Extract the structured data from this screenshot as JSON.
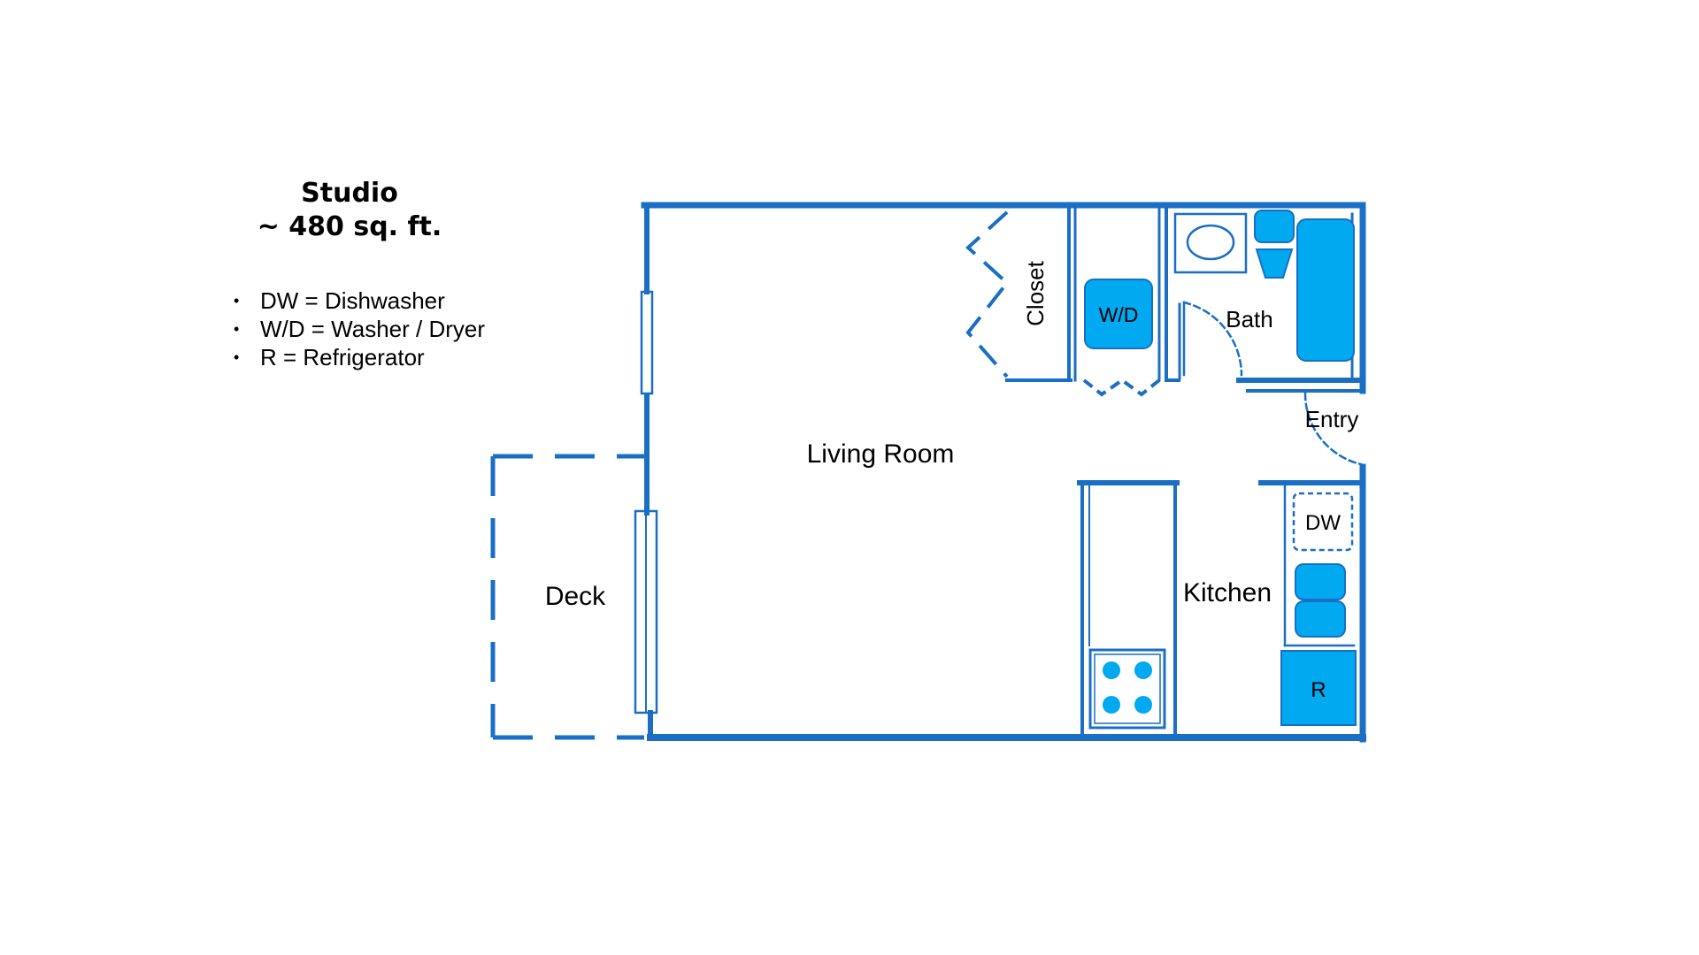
{
  "plan": {
    "title": "Studio",
    "area": "~ 480 sq. ft.",
    "legend": [
      "DW = Dishwasher",
      "W/D = Washer / Dryer",
      "R = Refrigerator"
    ]
  },
  "rooms": {
    "living_room": "Living Room",
    "deck": "Deck",
    "closet": "Closet",
    "bath": "Bath",
    "entry": "Entry",
    "kitchen": "Kitchen"
  },
  "appliances": {
    "washer_dryer": "W/D",
    "dishwasher": "DW",
    "refrigerator": "R"
  },
  "colors": {
    "wall": "#1a6fc4",
    "fixture": "#00a9f0",
    "fixture_stroke": "#1a6fc4"
  }
}
